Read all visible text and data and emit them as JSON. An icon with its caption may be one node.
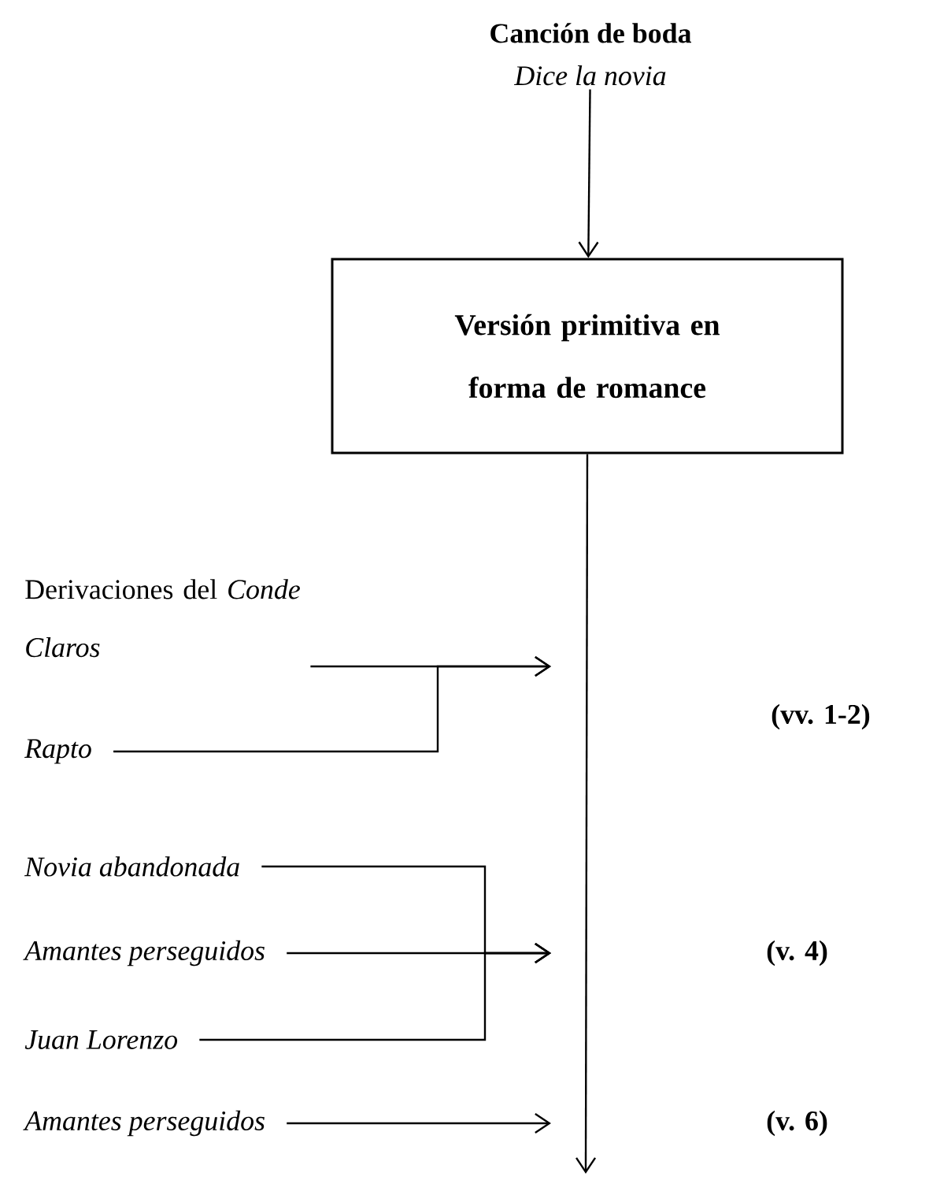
{
  "diagram": {
    "nodes": [
      {
        "text": [
          "Canción de boda",
          "Dice la novia"
        ]
      },
      {
        "text": [
          "Versión primitiva en forma de romance"
        ]
      },
      {
        "text": [
          "Derivaciones del *Conde Claros*"
        ]
      },
      {
        "text": [
          "Rapto"
        ]
      },
      {
        "text": [
          "Novia abandonada"
        ]
      },
      {
        "text": [
          "Amantes perseguidos"
        ]
      },
      {
        "text": [
          "Juan Lorenzo"
        ]
      },
      {
        "text": [
          "Amantes perseguidos"
        ]
      }
    ],
    "edges": [
      {
        "from": 0,
        "to": 1,
        "arrow": "to"
      },
      {
        "from": 1,
        "to": null,
        "arrow": "to"
      },
      {
        "from": 2,
        "to": null,
        "arrow": "to"
      },
      {
        "from": 3,
        "to": null,
        "arrow": "to"
      },
      {
        "from": 4,
        "to": null,
        "arrow": "to"
      },
      {
        "from": 5,
        "to": null,
        "arrow": "to"
      },
      {
        "from": 6,
        "to": null,
        "arrow": "to"
      },
      {
        "from": 7,
        "to": null,
        "arrow": "to"
      }
    ],
    "labels": [
      "(vv. 1-2)",
      "(v. 4)",
      "(v. 6)"
    ]
  }
}
